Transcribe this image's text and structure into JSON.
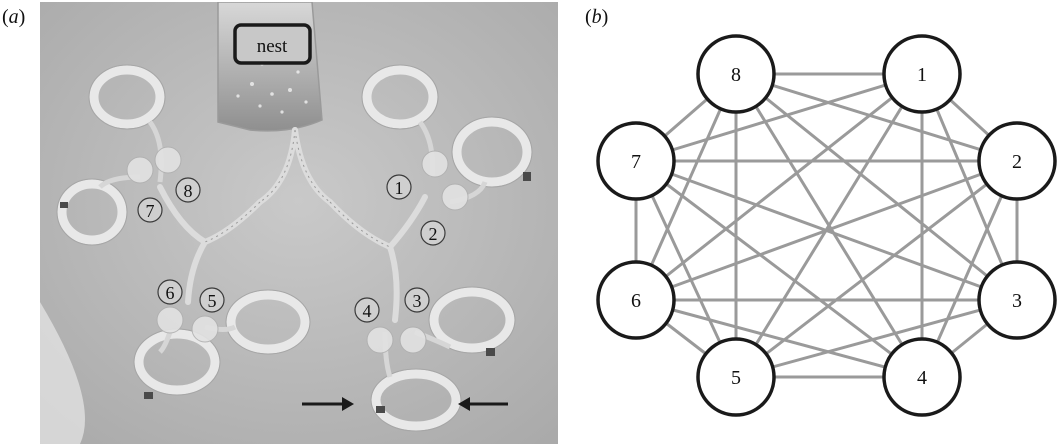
{
  "panel_a": {
    "label_letter": "a",
    "nest_label": "nest",
    "chamber_labels": [
      "1",
      "2",
      "3",
      "4",
      "5",
      "6",
      "7",
      "8"
    ],
    "colors": {
      "background": "#bdbdbd",
      "tube": "#e6e6e6",
      "label_stroke": "#3a3a3a",
      "nest_box": "#1a1a1a"
    }
  },
  "panel_b": {
    "label_letter": "b",
    "node_labels": [
      "1",
      "2",
      "3",
      "4",
      "5",
      "6",
      "7",
      "8"
    ],
    "edge_pattern": "complete-graph",
    "colors": {
      "edge": "#9a9a9a",
      "node_stroke": "#1a1a1a",
      "node_fill": "#ffffff"
    }
  }
}
